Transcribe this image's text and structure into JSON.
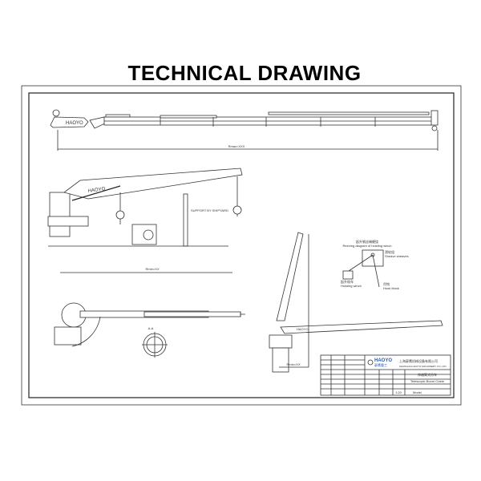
{
  "title": "TECHNICAL DRAWING",
  "boom_brand": "HAOYO",
  "dimensions": {
    "rmax": "Rmax=XXX",
    "rmin": "Rmin=XX",
    "rmin_side": "Rmin=XX"
  },
  "support_note": "SUPPORT BY SHIPYARD",
  "section_label": "A-A",
  "reeving": {
    "title_cn": "起升钢丝绳缠绕",
    "title_en": "Reeving diagram of hoisting winch",
    "sheave_cn": "滑轮组",
    "sheave_en": "Sheave sheaves",
    "winch_cn": "起升绞车",
    "winch_en": "Hoisting winch",
    "hook_cn": "吊钩",
    "hook_en": "Hook block"
  },
  "title_block": {
    "brand": "HAOYO",
    "brand_cn": "豪鹰重工",
    "company_cn": "上海豪鹰机械设备有限公司",
    "company_en": "SHANGHAI HAOYO MACHINERY CO.,LTD.",
    "drawing_cn": "伸缩臂式吊车",
    "drawing_en": "Telescopic Boom Crane",
    "scale": "1:20",
    "sheet": "Model"
  },
  "colors": {
    "line": "#333333",
    "background": "#ffffff"
  }
}
